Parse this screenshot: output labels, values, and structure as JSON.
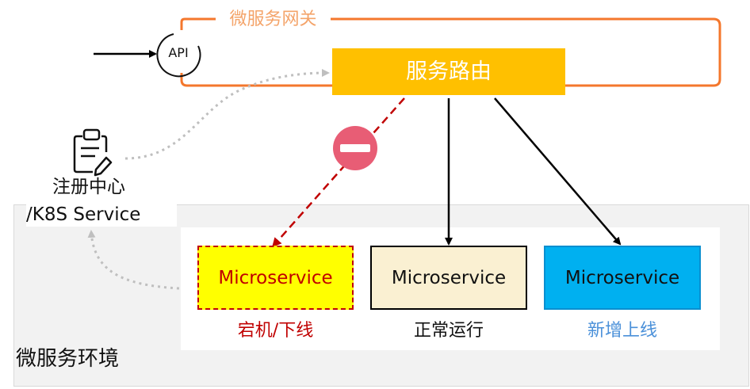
{
  "gateway": {
    "label": "微服务网关",
    "api_label": "API",
    "router_label": "服务路由"
  },
  "registry": {
    "line1": "注册中心",
    "line2": "/K8S Service",
    "icon": "clipboard-pencil-icon"
  },
  "environment": {
    "label": "微服务环境"
  },
  "services": [
    {
      "label": "Microservice",
      "status": "宕机/下线",
      "status_color": "#c00000"
    },
    {
      "label": "Microservice",
      "status": "正常运行",
      "status_color": "#111111"
    },
    {
      "label": "Microservice",
      "status": "新增上线",
      "status_color": "#4a90d9"
    }
  ],
  "colors": {
    "gateway_border": "#f4772c",
    "router_fill": "#ffc000",
    "down_fill": "#ffff00",
    "normal_fill": "#faf0d2",
    "new_fill": "#00b0f0",
    "blocked_icon": "#e85d75"
  }
}
